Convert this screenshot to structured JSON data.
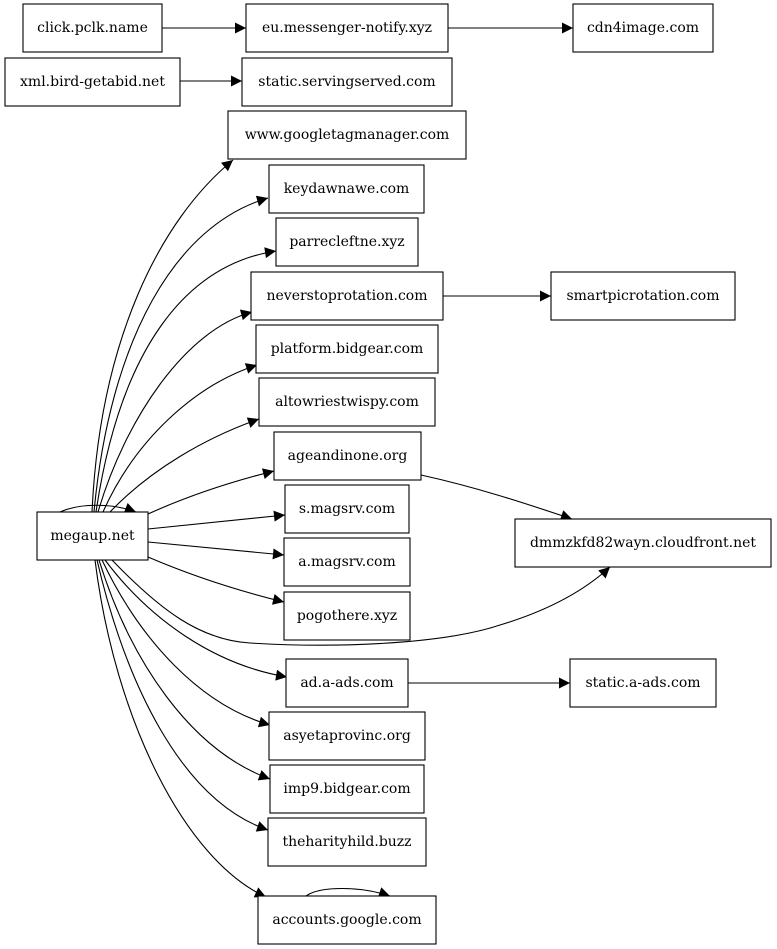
{
  "nodes": [
    {
      "id": "n_click",
      "label": "click.pclk.name"
    },
    {
      "id": "n_eu",
      "label": "eu.messenger-notify.xyz"
    },
    {
      "id": "n_cdn4",
      "label": "cdn4image.com"
    },
    {
      "id": "n_xml",
      "label": "xml.bird-getabid.net"
    },
    {
      "id": "n_static_ss",
      "label": "static.servingserved.com"
    },
    {
      "id": "n_gtm",
      "label": "www.googletagmanager.com"
    },
    {
      "id": "n_keyd",
      "label": "keydawnawe.com"
    },
    {
      "id": "n_parre",
      "label": "parrecleftne.xyz"
    },
    {
      "id": "n_never",
      "label": "neverstoprotation.com"
    },
    {
      "id": "n_smart",
      "label": "smartpicrotation.com"
    },
    {
      "id": "n_platform",
      "label": "platform.bidgear.com"
    },
    {
      "id": "n_altow",
      "label": "altowriestwispy.com"
    },
    {
      "id": "n_agean",
      "label": "ageandinone.org"
    },
    {
      "id": "n_smag",
      "label": "s.magsrv.com"
    },
    {
      "id": "n_megaup",
      "label": "megaup.net"
    },
    {
      "id": "n_dmm",
      "label": "dmmzkfd82wayn.cloudfront.net"
    },
    {
      "id": "n_amag",
      "label": "a.magsrv.com"
    },
    {
      "id": "n_pogo",
      "label": "pogothere.xyz"
    },
    {
      "id": "n_adaads",
      "label": "ad.a-ads.com"
    },
    {
      "id": "n_static_aads",
      "label": "static.a-ads.com"
    },
    {
      "id": "n_asye",
      "label": "asyetaprovinc.org"
    },
    {
      "id": "n_imp9",
      "label": "imp9.bidgear.com"
    },
    {
      "id": "n_theh",
      "label": "theharityhild.buzz"
    },
    {
      "id": "n_acc",
      "label": "accounts.google.com"
    }
  ],
  "edges": [
    {
      "from": "n_click",
      "to": "n_eu"
    },
    {
      "from": "n_eu",
      "to": "n_cdn4"
    },
    {
      "from": "n_xml",
      "to": "n_static_ss"
    },
    {
      "from": "n_megaup",
      "to": "n_megaup"
    },
    {
      "from": "n_megaup",
      "to": "n_gtm"
    },
    {
      "from": "n_megaup",
      "to": "n_keyd"
    },
    {
      "from": "n_megaup",
      "to": "n_parre"
    },
    {
      "from": "n_megaup",
      "to": "n_never"
    },
    {
      "from": "n_megaup",
      "to": "n_platform"
    },
    {
      "from": "n_megaup",
      "to": "n_altow"
    },
    {
      "from": "n_megaup",
      "to": "n_agean"
    },
    {
      "from": "n_megaup",
      "to": "n_smag"
    },
    {
      "from": "n_megaup",
      "to": "n_amag"
    },
    {
      "from": "n_megaup",
      "to": "n_pogo"
    },
    {
      "from": "n_megaup",
      "to": "n_dmm"
    },
    {
      "from": "n_megaup",
      "to": "n_adaads"
    },
    {
      "from": "n_megaup",
      "to": "n_asye"
    },
    {
      "from": "n_megaup",
      "to": "n_imp9"
    },
    {
      "from": "n_megaup",
      "to": "n_theh"
    },
    {
      "from": "n_megaup",
      "to": "n_acc"
    },
    {
      "from": "n_never",
      "to": "n_smart"
    },
    {
      "from": "n_agean",
      "to": "n_dmm"
    },
    {
      "from": "n_adaads",
      "to": "n_static_aads"
    },
    {
      "from": "n_acc",
      "to": "n_acc"
    }
  ]
}
